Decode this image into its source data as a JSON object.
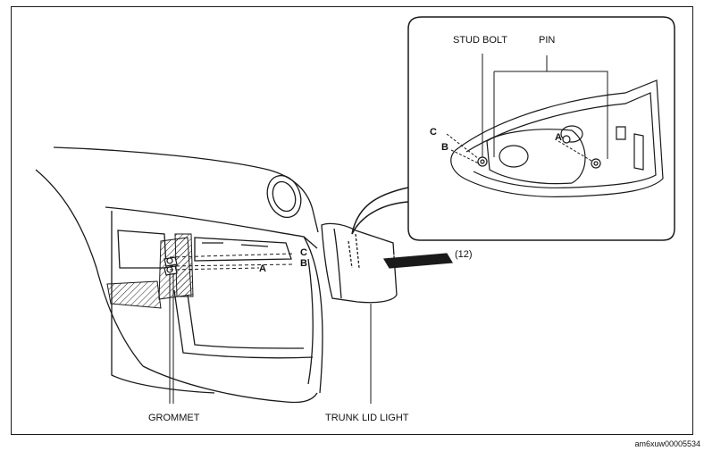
{
  "labels": {
    "stud_bolt": "STUD BOLT",
    "pin": "PIN",
    "grommet": "GROMMET",
    "trunk_lid_light": "TRUNK LID LIGHT",
    "torque": "(12)",
    "a": "A",
    "b": "B",
    "c": "C"
  },
  "figure_id": "am6xuw00005534"
}
